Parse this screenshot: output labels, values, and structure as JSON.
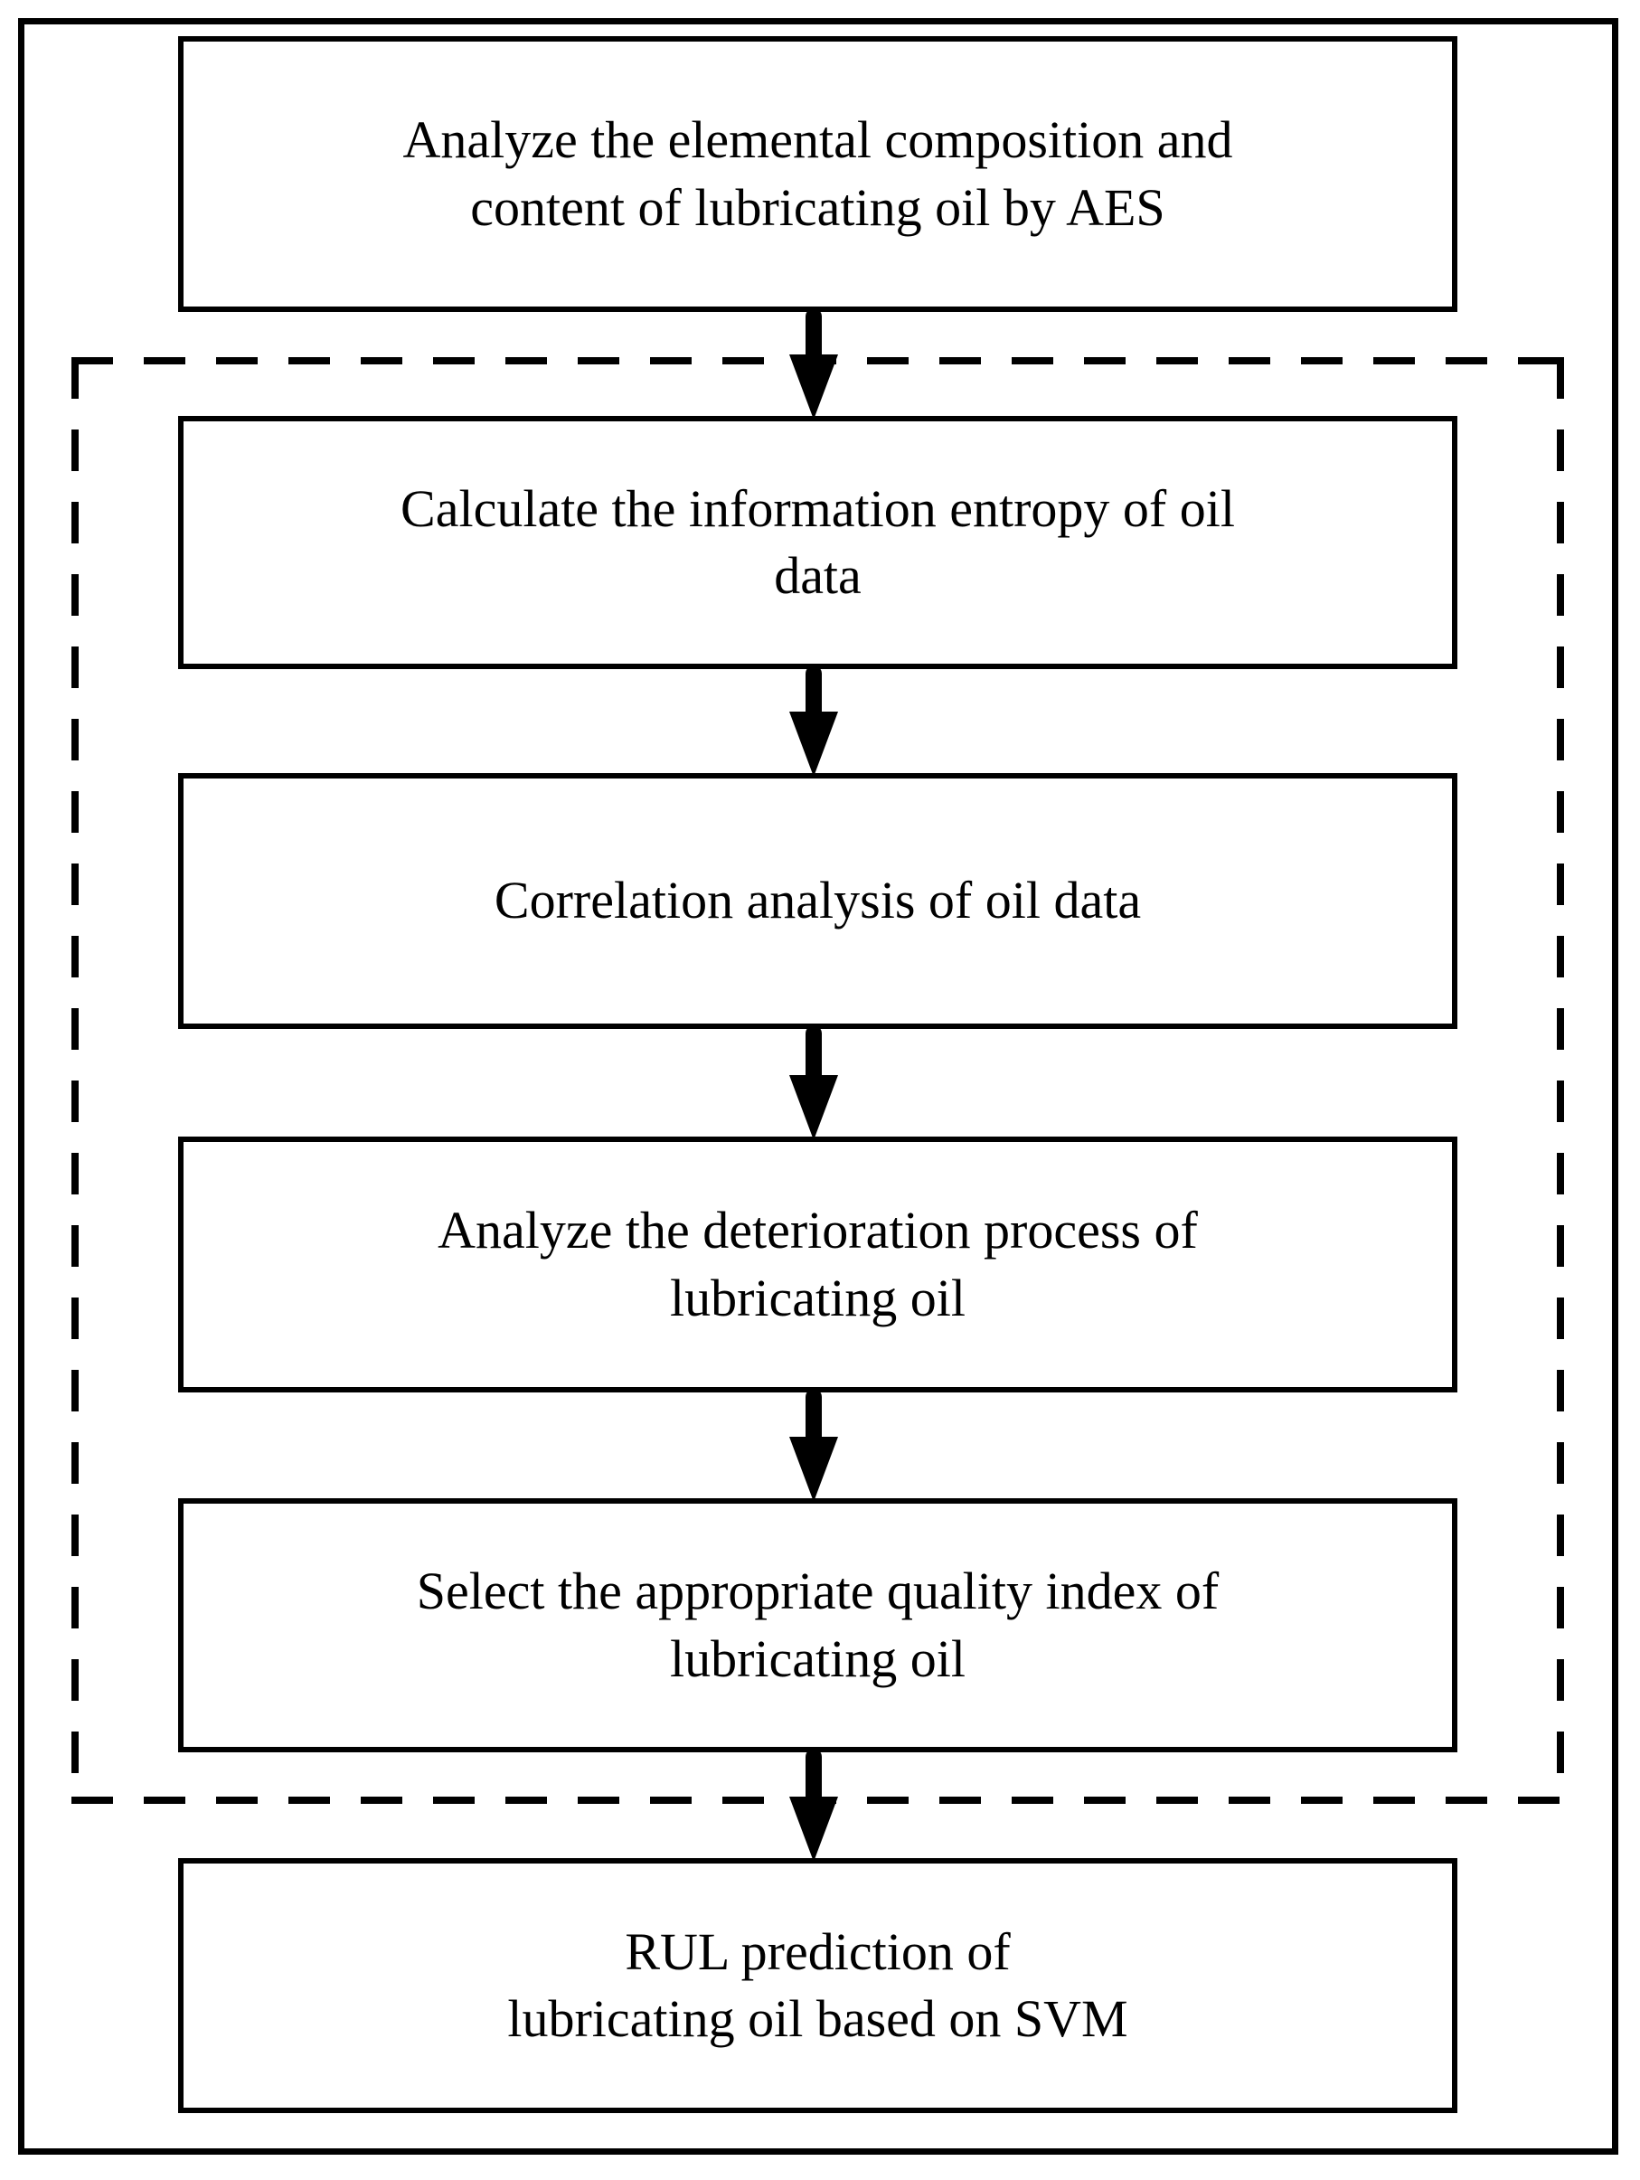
{
  "diagram": {
    "type": "flowchart",
    "orientation": "vertical",
    "title": "",
    "colors": {
      "stroke": "#000000",
      "background": "#ffffff",
      "text": "#000000"
    },
    "outer_frame": {
      "style": "solid"
    },
    "dashed_group": {
      "style": "dashed",
      "label": "",
      "encloses": [
        "entropy",
        "correlation",
        "deterioration",
        "quality-index"
      ]
    },
    "nodes": [
      {
        "id": "aes",
        "shape": "rectangle",
        "text": "Analyze the elemental composition and\ncontent of lubricating oil by AES"
      },
      {
        "id": "entropy",
        "shape": "rectangle",
        "text": "Calculate the information entropy of oil\ndata"
      },
      {
        "id": "correlation",
        "shape": "rectangle",
        "text": "Correlation analysis of oil data"
      },
      {
        "id": "deterioration",
        "shape": "rectangle",
        "text": "Analyze the deterioration process of\nlubricating oil"
      },
      {
        "id": "quality-index",
        "shape": "rectangle",
        "text": "Select the appropriate quality index of\nlubricating oil"
      },
      {
        "id": "rul",
        "shape": "rectangle",
        "text": "RUL prediction of\nlubricating oil based on SVM"
      }
    ],
    "edges": [
      {
        "id": "e1",
        "from": "aes",
        "to": "entropy",
        "style": "solid-arrow-down",
        "label": ""
      },
      {
        "id": "e2",
        "from": "entropy",
        "to": "correlation",
        "style": "solid-arrow-down",
        "label": ""
      },
      {
        "id": "e3",
        "from": "correlation",
        "to": "deterioration",
        "style": "solid-arrow-down",
        "label": ""
      },
      {
        "id": "e4",
        "from": "deterioration",
        "to": "quality-index",
        "style": "solid-arrow-down",
        "label": ""
      },
      {
        "id": "e5",
        "from": "quality-index",
        "to": "rul",
        "style": "solid-arrow-down",
        "label": ""
      }
    ]
  }
}
